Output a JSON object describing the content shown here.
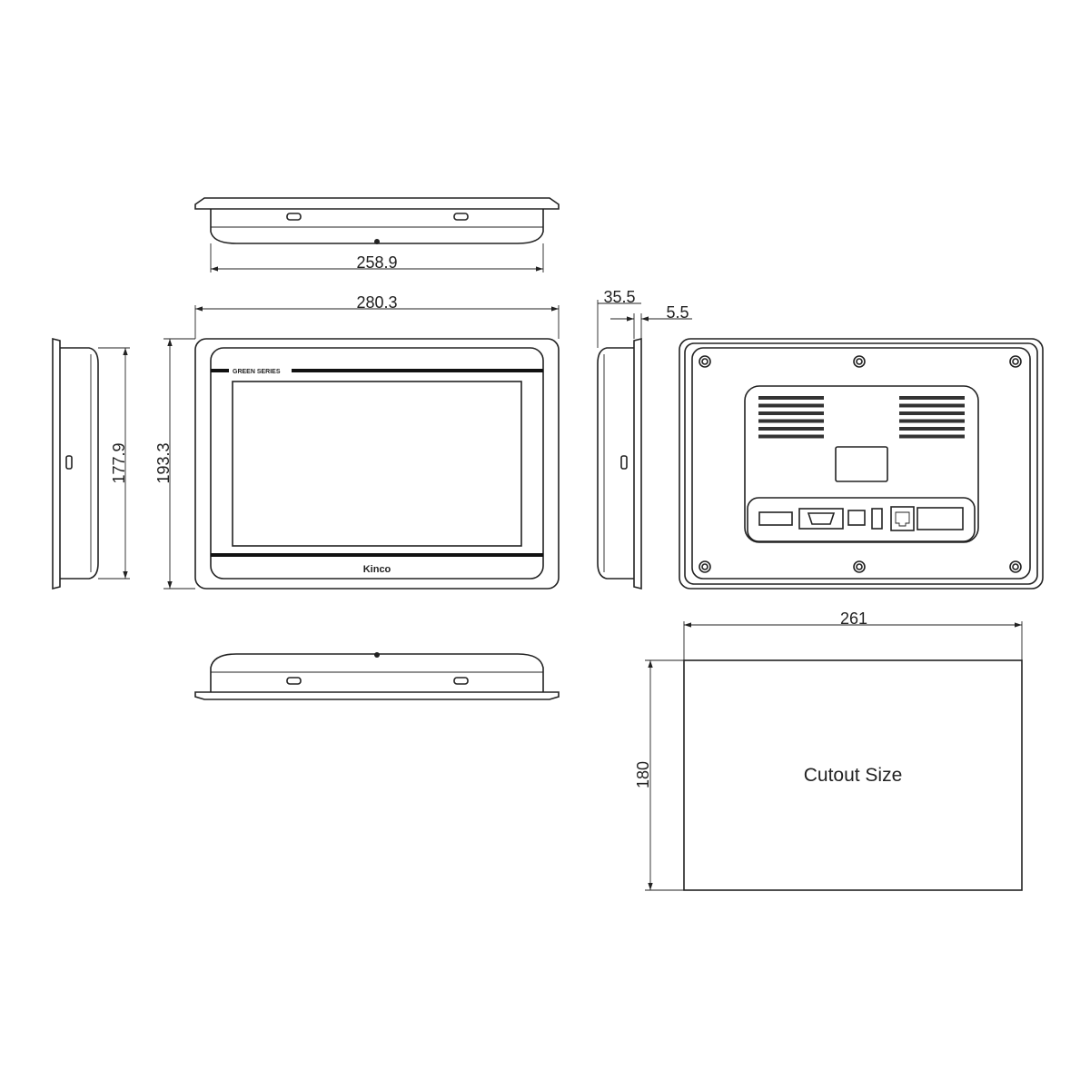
{
  "dimensions": {
    "top_view_width": "258.9",
    "front_width": "280.3",
    "front_height": "193.3",
    "side_body_height": "177.9",
    "depth": "35.5",
    "flange_thickness": "5.5",
    "cutout_width": "261",
    "cutout_height": "180"
  },
  "front_panel": {
    "series_label": "GREEN  SERIES",
    "brand": "Kinco"
  },
  "cutout": {
    "label": "Cutout Size"
  }
}
